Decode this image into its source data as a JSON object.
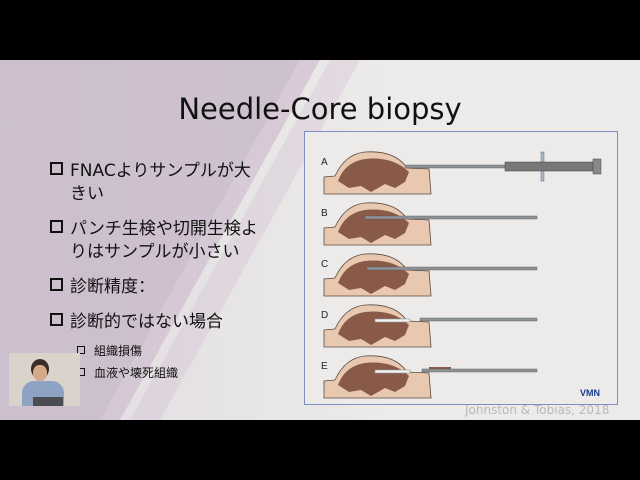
{
  "slide": {
    "title": "Needle-Core biopsy",
    "bullets": [
      {
        "line1": "FNACよりサンプルが大",
        "line2": "きい"
      },
      {
        "line1": "パンチ生検や切開生検よ",
        "line2": "りはサンプルが小さい"
      },
      {
        "line1": "診断精度："
      },
      {
        "line1": "診断的ではない場合"
      }
    ],
    "sub_bullets": [
      "組織損傷",
      "血液や壊死組織"
    ],
    "figure": {
      "panel_labels": [
        "A",
        "B",
        "C",
        "D",
        "E"
      ],
      "logo": "VMN"
    },
    "credit": "Johnston & Tobias, 2018"
  },
  "colors": {
    "tissue": "#e9c8b0",
    "mass": "#8a5a48",
    "needle": "#8e9396",
    "frame": "#7d8fc5"
  }
}
